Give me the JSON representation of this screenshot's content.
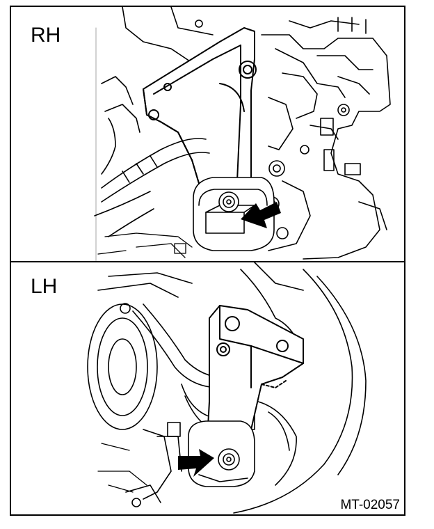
{
  "panels": {
    "top": {
      "label": "RH"
    },
    "bottom": {
      "label": "LH"
    }
  },
  "figure": {
    "code": "MT-02057"
  },
  "colors": {
    "ink": "#000000",
    "paper": "#ffffff"
  },
  "icons": {
    "arrow_top": "arrow-icon",
    "arrow_bottom": "arrow-icon"
  }
}
